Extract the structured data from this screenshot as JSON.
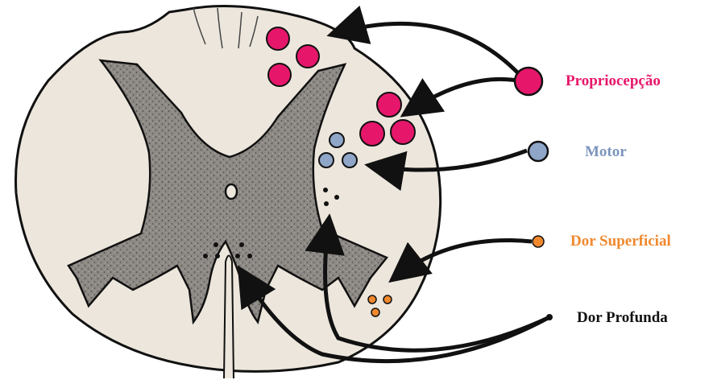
{
  "colors": {
    "white_matter": "#ece6dc",
    "gray_matter": "#8a8682",
    "outline": "#111111",
    "proprioception": "#e6176b",
    "motor": "#8fa6c8",
    "superficial_pain": "#f0892e",
    "deep_pain": "#111111"
  },
  "legend": [
    {
      "id": "proprio",
      "label": "Propriocepção",
      "color": "#e6176b"
    },
    {
      "id": "motor",
      "label": "Motor",
      "color": "#7c95bd"
    },
    {
      "id": "dorsup",
      "label": "Dor Superficial",
      "color": "#f0892e"
    },
    {
      "id": "dorprof",
      "label": "Dor Profunda",
      "color": "#111111"
    }
  ]
}
